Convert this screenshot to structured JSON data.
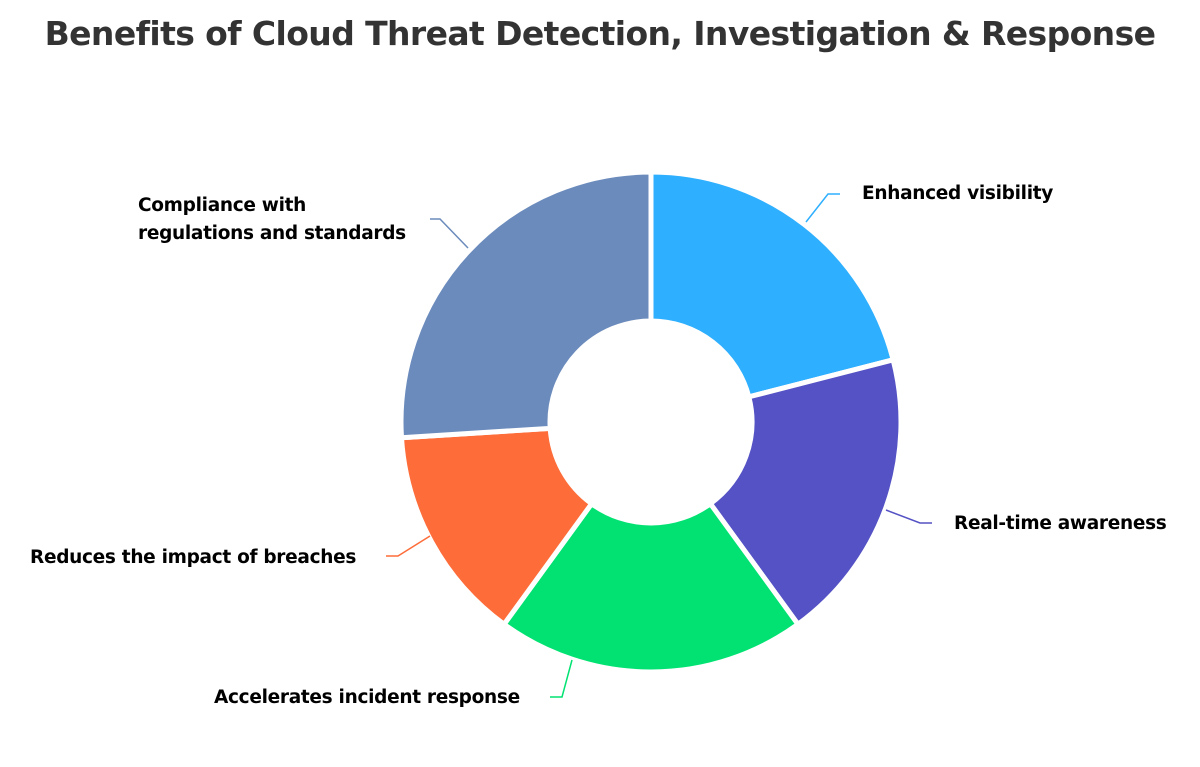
{
  "title": "Benefits of Cloud Threat Detection, Investigation & Response",
  "chart_data": {
    "type": "pie",
    "variant": "donut",
    "title": "Benefits of Cloud Threat Detection, Investigation & Response",
    "values_note": "No data values, percentages or legend are shown in the figure; values are approximate shares estimated from arc angles.",
    "categories": [
      "Enhanced visibility",
      "Real-time awareness",
      "Accelerates incident response",
      "Reduces the impact of breaches",
      "Compliance with regulations and standards"
    ],
    "values": [
      21,
      19,
      20,
      14,
      26
    ],
    "colors": [
      "#2EAFFF",
      "#5452C4",
      "#02E272",
      "#FD6C39",
      "#6B8BBC"
    ],
    "legend": "none",
    "labels_position": "outside with leader lines"
  },
  "labels": {
    "enhanced": "Enhanced visibility",
    "realtime": "Real-time awareness",
    "accelerates": "Accelerates incident response",
    "reduces": "Reduces the impact of breaches",
    "compliance_line1": "Compliance with",
    "compliance_line2": "regulations and standards"
  }
}
